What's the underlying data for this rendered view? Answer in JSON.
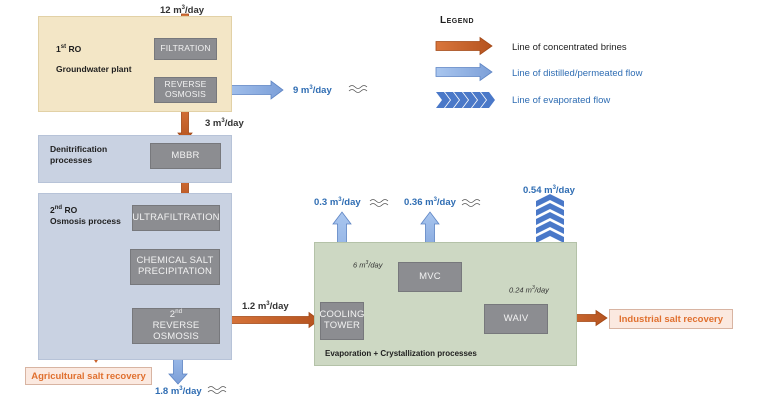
{
  "legend": {
    "title": "Legend",
    "items": [
      {
        "label": "Line of concentrated brines",
        "type": "concentrated",
        "color": "#c8612a"
      },
      {
        "label": "Line of distilled/permeated flow",
        "type": "distilled",
        "color": "#8fb2e6"
      },
      {
        "label": "Line of evaporated flow",
        "type": "evaporated",
        "color": "#4a78c8"
      }
    ]
  },
  "panels": {
    "ro1": {
      "title_prefix": "1",
      "title_sup": "st",
      "title_suffix": " RO",
      "subtitle": "Groundwater plant",
      "color": "#f3e6c6"
    },
    "denit": {
      "title_line1": "Denitrification",
      "title_line2": "processes",
      "color": "#c9d2e2"
    },
    "ro2": {
      "title_prefix": "2",
      "title_sup": "nd",
      "title_suffix": " RO",
      "subtitle": "Osmosis process",
      "color": "#c9d2e2"
    },
    "evap": {
      "caption": "Evaporation + Crystallization processes",
      "color": "#cdd8c3"
    }
  },
  "boxes": {
    "filtration": "FILTRATION",
    "reverse_osmosis": "REVERSE\nOSMOSIS",
    "mbbr": "MBBR",
    "ultrafiltration": "ULTRAFILTRATION",
    "chem_salt": "CHEMICAL SALT\nPRECIPITATION",
    "ro2_sup": "nd",
    "ro2_prefix": "2",
    "ro2_label": "REVERSE OSMOSIS",
    "cooling_tower": "COOLING\nTOWER",
    "mvc": "MVC",
    "waiv": "WAIV"
  },
  "flows": {
    "input": {
      "value": "12 m",
      "sup": "3",
      "unit": "/day"
    },
    "ro1_permeate": {
      "value": "9 m",
      "sup": "3",
      "unit": "/day"
    },
    "ro1_brine": {
      "value": "3 m",
      "sup": "3",
      "unit": "/day"
    },
    "ro2_brine": {
      "value": "1.2 m",
      "sup": "3",
      "unit": "/day"
    },
    "ro2_permeate": {
      "value": "1.8 m",
      "sup": "3",
      "unit": "/day"
    },
    "cooling_distilled": {
      "value": "0.3 m",
      "sup": "3",
      "unit": "/day"
    },
    "mvc_distilled": {
      "value": "0.36 m",
      "sup": "3",
      "unit": "/day"
    },
    "evaporated": {
      "value": "0.54 m",
      "sup": "3",
      "unit": "/day"
    },
    "to_mvc": {
      "value": "6 m",
      "sup": "3",
      "unit": "/day"
    },
    "to_waiv": {
      "value": "0.24 m",
      "sup": "3",
      "unit": "/day"
    }
  },
  "recovery": {
    "agricultural": "Agricultural salt recovery",
    "industrial": "Industrial salt recovery",
    "color": "#e0702f"
  },
  "colors": {
    "brine": "#c8612a",
    "distilled": "#8fb2e6",
    "evaporated": "#4a78c8",
    "wave": "#555555"
  }
}
